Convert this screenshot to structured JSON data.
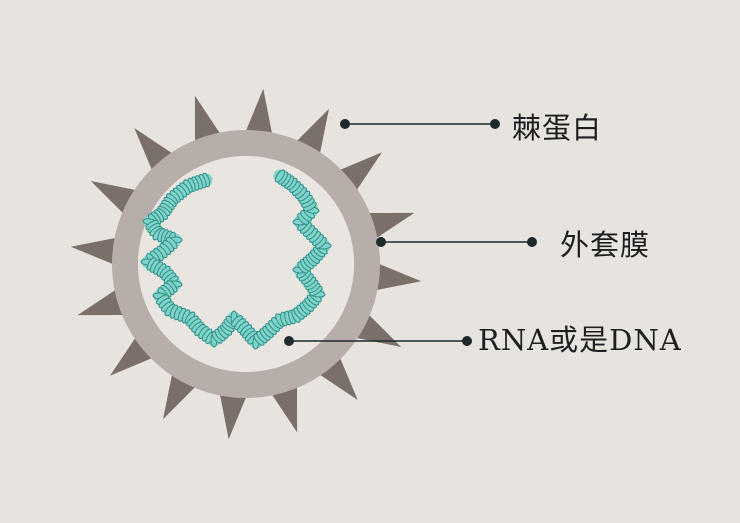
{
  "labels": {
    "spike": "棘蛋白",
    "envelope": "外套膜",
    "genome": "RNA或是DNA"
  },
  "icons": {
    "virus": "virus-particle-icon",
    "spike": "triangle-spike-icon",
    "genome": "coiled-strand-icon"
  },
  "colors": {
    "background": "#e7e3df",
    "spike": "#7a6f69",
    "envelope": "#b8aea9",
    "interior": "#e9e5e1",
    "genome_fill": "#7fd3ca",
    "genome_stroke": "#2f8f86",
    "leader": "#1f2a2a"
  },
  "spike_count": 16
}
